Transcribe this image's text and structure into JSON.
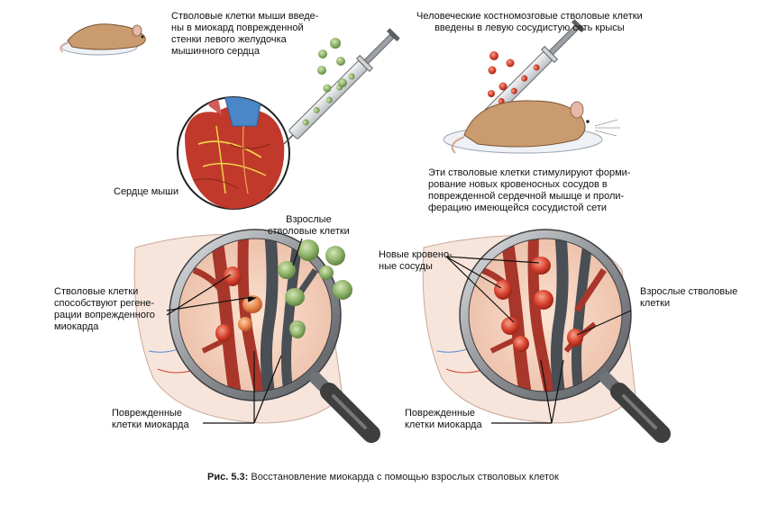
{
  "labels": {
    "mouse_injection": "Стволовые клетки мыши введе-\nны в миокард поврежденной\nстенки левого желудочка\nмышинного сердца",
    "human_injection": "Человеческие костномозговые стволовые клетки\nвведены в левую сосудистую сеть крысы",
    "mouse_heart": "Сердце мыши",
    "stimulate": "Эти стволовые клетки стимулируют форми-\nрование новых кровеносных сосудов в\nповрежденной сердечной мышце и проли-\nферацию имеющейся сосудистой сети",
    "adult_cells_left": "Взрослые\nстволовые клетки",
    "regeneration": "Стволовые клетки\nспособствуют регене-\nрации вопрежденного\nмиокарда",
    "damaged_left": "Поврежденные\nклетки миокарда",
    "new_vessels": "Новые кровено-\nные сосуды",
    "adult_cells_right": "Взрослые стволовые\nклетки",
    "damaged_right": "Поврежденные\nклетки миокарда"
  },
  "caption": {
    "prefix": "Рис. 5.3:",
    "text": " Восстановление миокарда с помощью взрослых стволовых клеток"
  },
  "colors": {
    "green_cell": "#8fb36a",
    "red_cell": "#d8432e",
    "orange_cell": "#e8874e",
    "vessel_red": "#a8362a",
    "vessel_dark": "#4a4e55",
    "heart_red": "#c0392b",
    "aorta_blue": "#4a86c8",
    "lens_rim": "#8d9094",
    "handle": "#3e3e3e"
  }
}
